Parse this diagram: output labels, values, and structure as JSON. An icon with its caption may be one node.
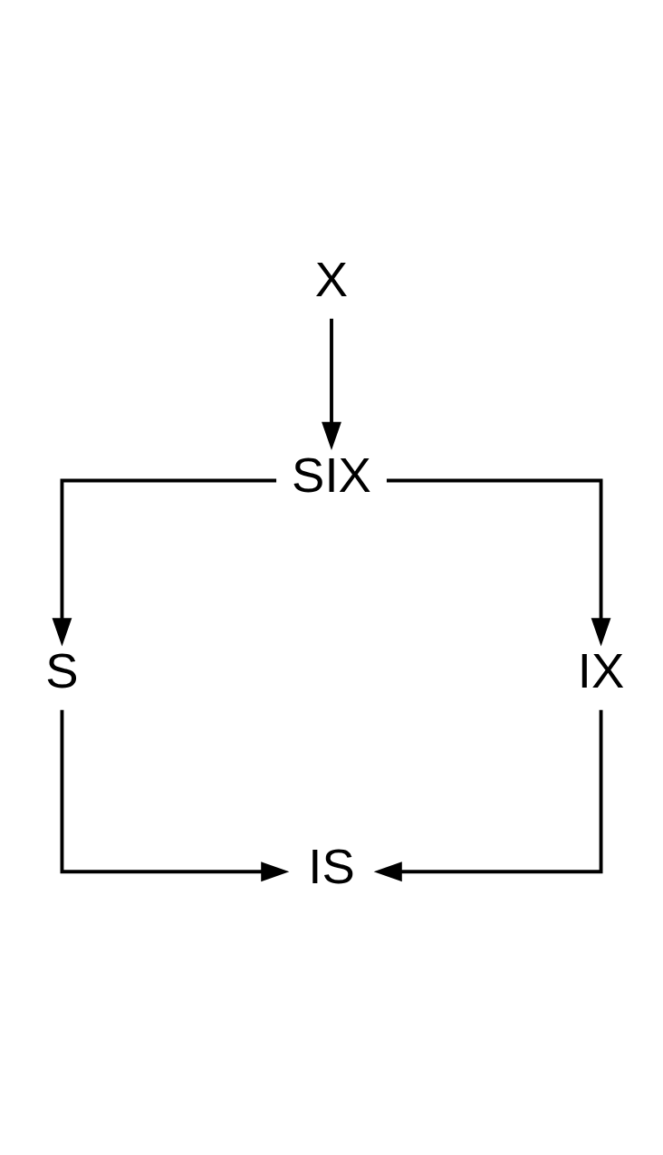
{
  "diagram": {
    "nodes": [
      {
        "text": [
          "X"
        ]
      },
      {
        "text": [
          "SIX"
        ]
      },
      {
        "text": [
          "S"
        ]
      },
      {
        "text": [
          "IX"
        ]
      },
      {
        "text": [
          "IS"
        ]
      }
    ],
    "edges": [
      {
        "from": 0,
        "to": 1,
        "arrow": "to"
      },
      {
        "from": 1,
        "to": 2,
        "arrow": "to"
      },
      {
        "from": 1,
        "to": 3,
        "arrow": "to"
      },
      {
        "from": 2,
        "to": 4,
        "arrow": "to"
      },
      {
        "from": 3,
        "to": 4,
        "arrow": "to"
      }
    ]
  }
}
